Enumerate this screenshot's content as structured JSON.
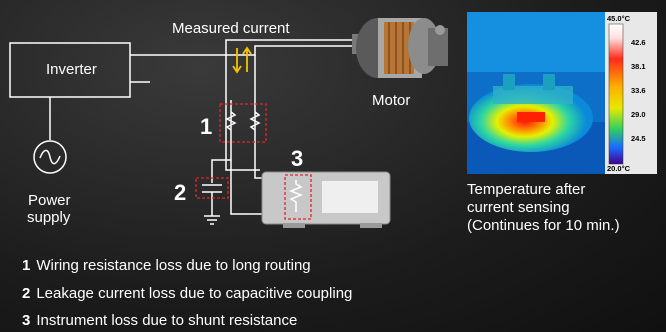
{
  "diagram": {
    "inverter_label": "Inverter",
    "measured_current_label": "Measured current",
    "motor_label": "Motor",
    "power_supply_label": [
      "Power",
      "supply"
    ],
    "markers": [
      "1",
      "2",
      "3"
    ]
  },
  "thermograph": {
    "scale_max": "45.0°C",
    "scale_min": "20.0°C",
    "scale_ticks": [
      "42.6",
      "38.1",
      "33.6",
      "29.0",
      "24.5"
    ],
    "caption": [
      "Temperature after",
      "current sensing",
      "(Continues for 10 min.)"
    ]
  },
  "legend": [
    {
      "num": "1",
      "text": "Wiring resistance loss due to long routing"
    },
    {
      "num": "2",
      "text": "Leakage current loss due to capacitive coupling"
    },
    {
      "num": "3",
      "text": "Instrument loss due to shunt resistance"
    }
  ],
  "colors": {
    "wire": "#ffffff",
    "highlight_box": "#e0242a",
    "arrow": "#f5c400",
    "instrument_body": "#c8c8c8"
  }
}
